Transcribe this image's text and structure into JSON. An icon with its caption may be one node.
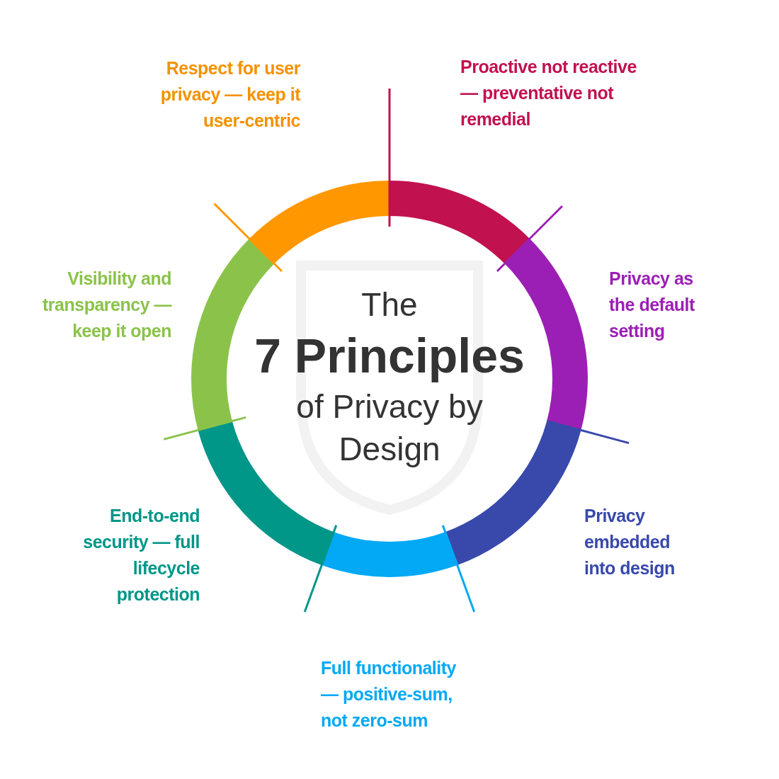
{
  "diagram": {
    "title": "The **7 Principles** of Privacy by Design",
    "labels": [
      "Respect for user privacy — keep it user-centric",
      "Proactive not reactive — preventative not remedial",
      "Visibility and transparency — keep it open",
      "Privacy as the default setting",
      "End-to-end security — full lifecycle protection",
      "Privacy embedded into design",
      "Full functionality — positive-sum, not zero-sum"
    ]
  }
}
